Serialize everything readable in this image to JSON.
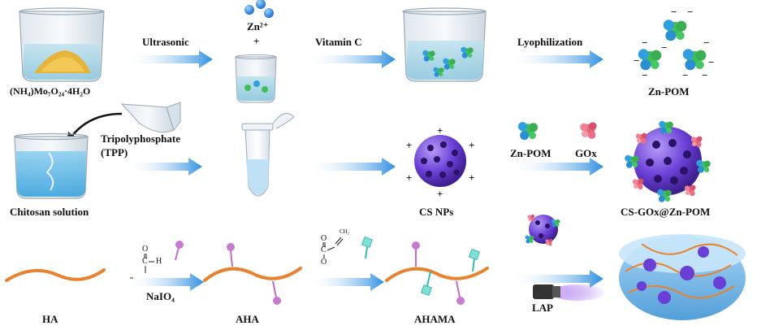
{
  "row1": {
    "reagent": "(NH₄)Mo₇O₂₄·4H₂O",
    "ion": "Zn²⁺",
    "plus": "+",
    "step1": "Ultrasonic",
    "step2": "Vitamin C",
    "step3": "Lyophilization",
    "product": "Zn-POM",
    "charge": "−"
  },
  "row2": {
    "crosslinker_line1": "Tripolyphosphate",
    "crosslinker_line2": "(TPP)",
    "start": "Chitosan solution",
    "nanoparticle": "CS NPs",
    "charge": "+",
    "additive1": "Zn-POM",
    "additive2": "GOx",
    "product": "CS-GOx@Zn-POM"
  },
  "row3": {
    "start": "HA",
    "oxidant": "NaIO₄",
    "intermediate": "AHA",
    "final": "AHAMA",
    "initiator": "LAP",
    "aldehyde": {
      "c": "C",
      "h": "H",
      "o": "O"
    },
    "methacrylate": {
      "o": "O",
      "c": "C",
      "ch2": "CH₂"
    }
  }
}
